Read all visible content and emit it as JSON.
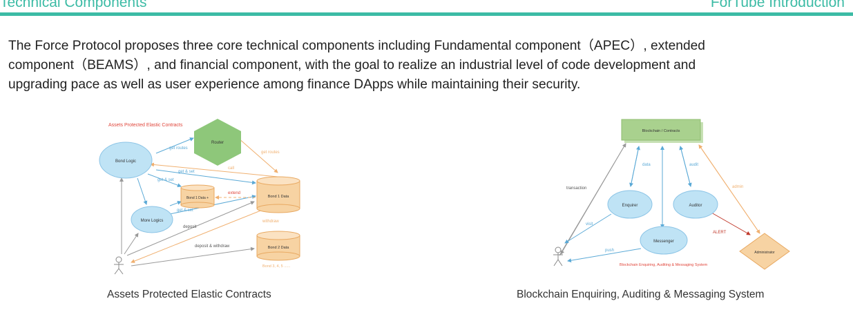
{
  "header": {
    "title": "Technical Components",
    "section": "ForTube Introduction"
  },
  "intro_lines": [
    "The Force Protocol proposes three core technical components including Fundamental component（APEC）, extended",
    "component（BEAMS）, and financial component, with the goal to realize an industrial level of code development and",
    "upgrading pace as well as user experience among finance DApps while maintaining their security."
  ],
  "colors": {
    "accent": "#3cbba5",
    "ellipse": "#bfe3f5",
    "cylinder": "#f7d3a3",
    "hexagon": "#8ec77a",
    "box": "#a9d18e",
    "diamond": "#f7d3a3"
  },
  "diagram_left": {
    "caption": "Assets Protected Elastic Contracts",
    "title": "Assets Protected Elastic Contracts",
    "nodes": {
      "router": "Router",
      "bond_logic": "Bond Logic",
      "more_logics": "More Logics",
      "bond1_data_plus": "Bond 1 Data +",
      "bond1_data": "Bond 1 Data",
      "bond2_data": "Bond 2 Data",
      "bond_more": "Bond 3, 4, 5 ......"
    },
    "edges": {
      "get_routes_1": "get routes",
      "get_routes_2": "get routes",
      "call": "call",
      "get_set_1": "get & set",
      "get_set_2": "get & set",
      "get_set_3": "get & set",
      "extend": "extend",
      "deposit": "deposit",
      "withdraw": "withdraw",
      "deposit_withdraw": "deposit & withdraw"
    }
  },
  "diagram_right": {
    "caption": "Blockchain Enquiring, Auditing & Messaging System",
    "title": "Blockchain Enquiring, Auditing & Messaging System",
    "nodes": {
      "blockchain": "Blockchain / Contracts",
      "enquirer": "Enquirer",
      "auditor": "Auditor",
      "messenger": "Messenger",
      "administrator": "Administrator"
    },
    "edges": {
      "transaction": "transaction",
      "data": "data",
      "audit": "audit",
      "admin": "admin",
      "visit": "visit",
      "push": "push",
      "alert": "ALERT"
    }
  }
}
